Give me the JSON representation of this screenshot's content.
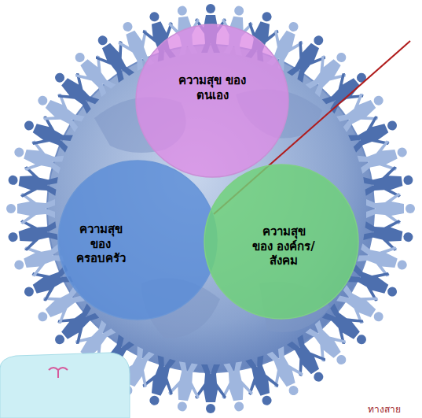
{
  "diagram": {
    "nodes": [
      {
        "text": [
          "ความสุข ของตนเอง"
        ]
      },
      {
        "text": [
          "ความสุข ของ ครอบครัว"
        ]
      },
      {
        "text": [
          "ความสุข ของ องค์กร/ สังคม"
        ]
      }
    ],
    "labels": [
      "ทางสาย"
    ]
  }
}
